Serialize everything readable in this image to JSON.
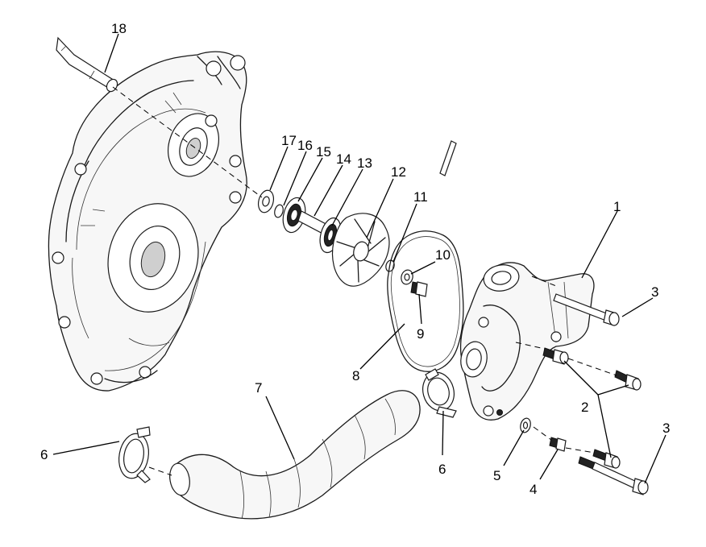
{
  "diagram": {
    "callouts": [
      {
        "id": "c1",
        "text": "1"
      },
      {
        "id": "c2",
        "text": "2"
      },
      {
        "id": "c3a",
        "text": "3"
      },
      {
        "id": "c3b",
        "text": "3"
      },
      {
        "id": "c4",
        "text": "4"
      },
      {
        "id": "c5",
        "text": "5"
      },
      {
        "id": "c6a",
        "text": "6"
      },
      {
        "id": "c6b",
        "text": "6"
      },
      {
        "id": "c7",
        "text": "7"
      },
      {
        "id": "c8",
        "text": "8"
      },
      {
        "id": "c9",
        "text": "9"
      },
      {
        "id": "c10",
        "text": "10"
      },
      {
        "id": "c11",
        "text": "11"
      },
      {
        "id": "c12",
        "text": "12"
      },
      {
        "id": "c13",
        "text": "13"
      },
      {
        "id": "c14",
        "text": "14"
      },
      {
        "id": "c15",
        "text": "15"
      },
      {
        "id": "c16",
        "text": "16"
      },
      {
        "id": "c17",
        "text": "17"
      },
      {
        "id": "c18",
        "text": "18"
      }
    ]
  }
}
